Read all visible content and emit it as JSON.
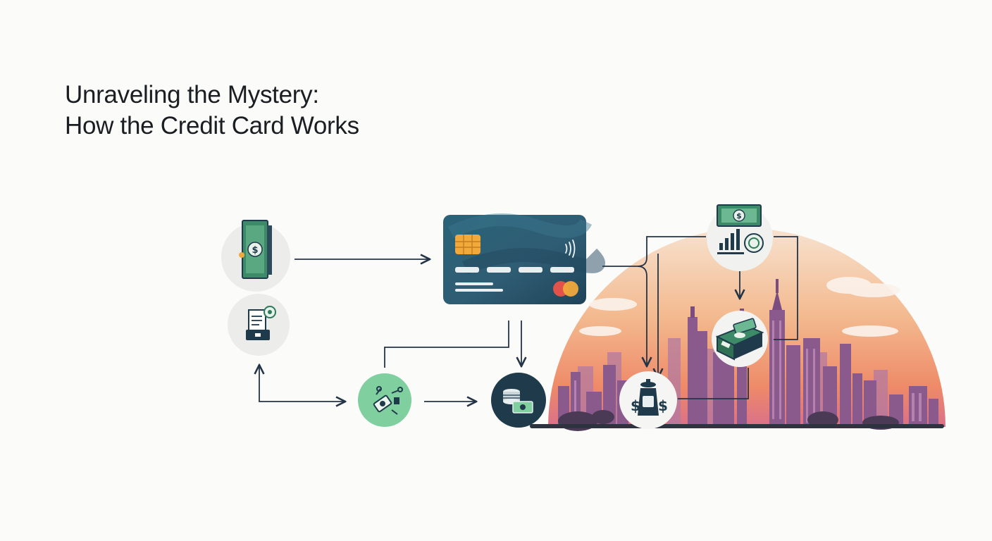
{
  "title": {
    "line1": "Unraveling the Mystery:",
    "line2": "How the Credit Card Works"
  },
  "colors": {
    "ink": "#243447",
    "money_green": "#2f7a5b",
    "mint": "#7fcf9f",
    "navy": "#1f3a4a",
    "card_teal": "#2d5f72",
    "chip": "#f2a93b",
    "sunset_top": "#f6d9bf",
    "sunset_bottom": "#e77a5a",
    "city_purple": "#8a5a8c"
  },
  "nodes": [
    {
      "name": "cash-node",
      "icon": "banknote-icon"
    },
    {
      "name": "statement-node",
      "icon": "statement-printer-icon"
    },
    {
      "name": "credit-card-node",
      "icon": "credit-card-icon"
    },
    {
      "name": "tools-node",
      "icon": "transaction-tools-icon"
    },
    {
      "name": "coins-node",
      "icon": "coin-stack-icon"
    },
    {
      "name": "analytics-node",
      "icon": "bank-analytics-icon"
    },
    {
      "name": "cash-bundle-node",
      "icon": "money-bundle-icon"
    },
    {
      "name": "money-bag-node",
      "icon": "money-bag-icon"
    }
  ],
  "card": {
    "contactless": "contactless-icon",
    "network": "card-network-logo"
  },
  "bills": {
    "symbol": "$",
    "bag_symbols": "$ $"
  }
}
